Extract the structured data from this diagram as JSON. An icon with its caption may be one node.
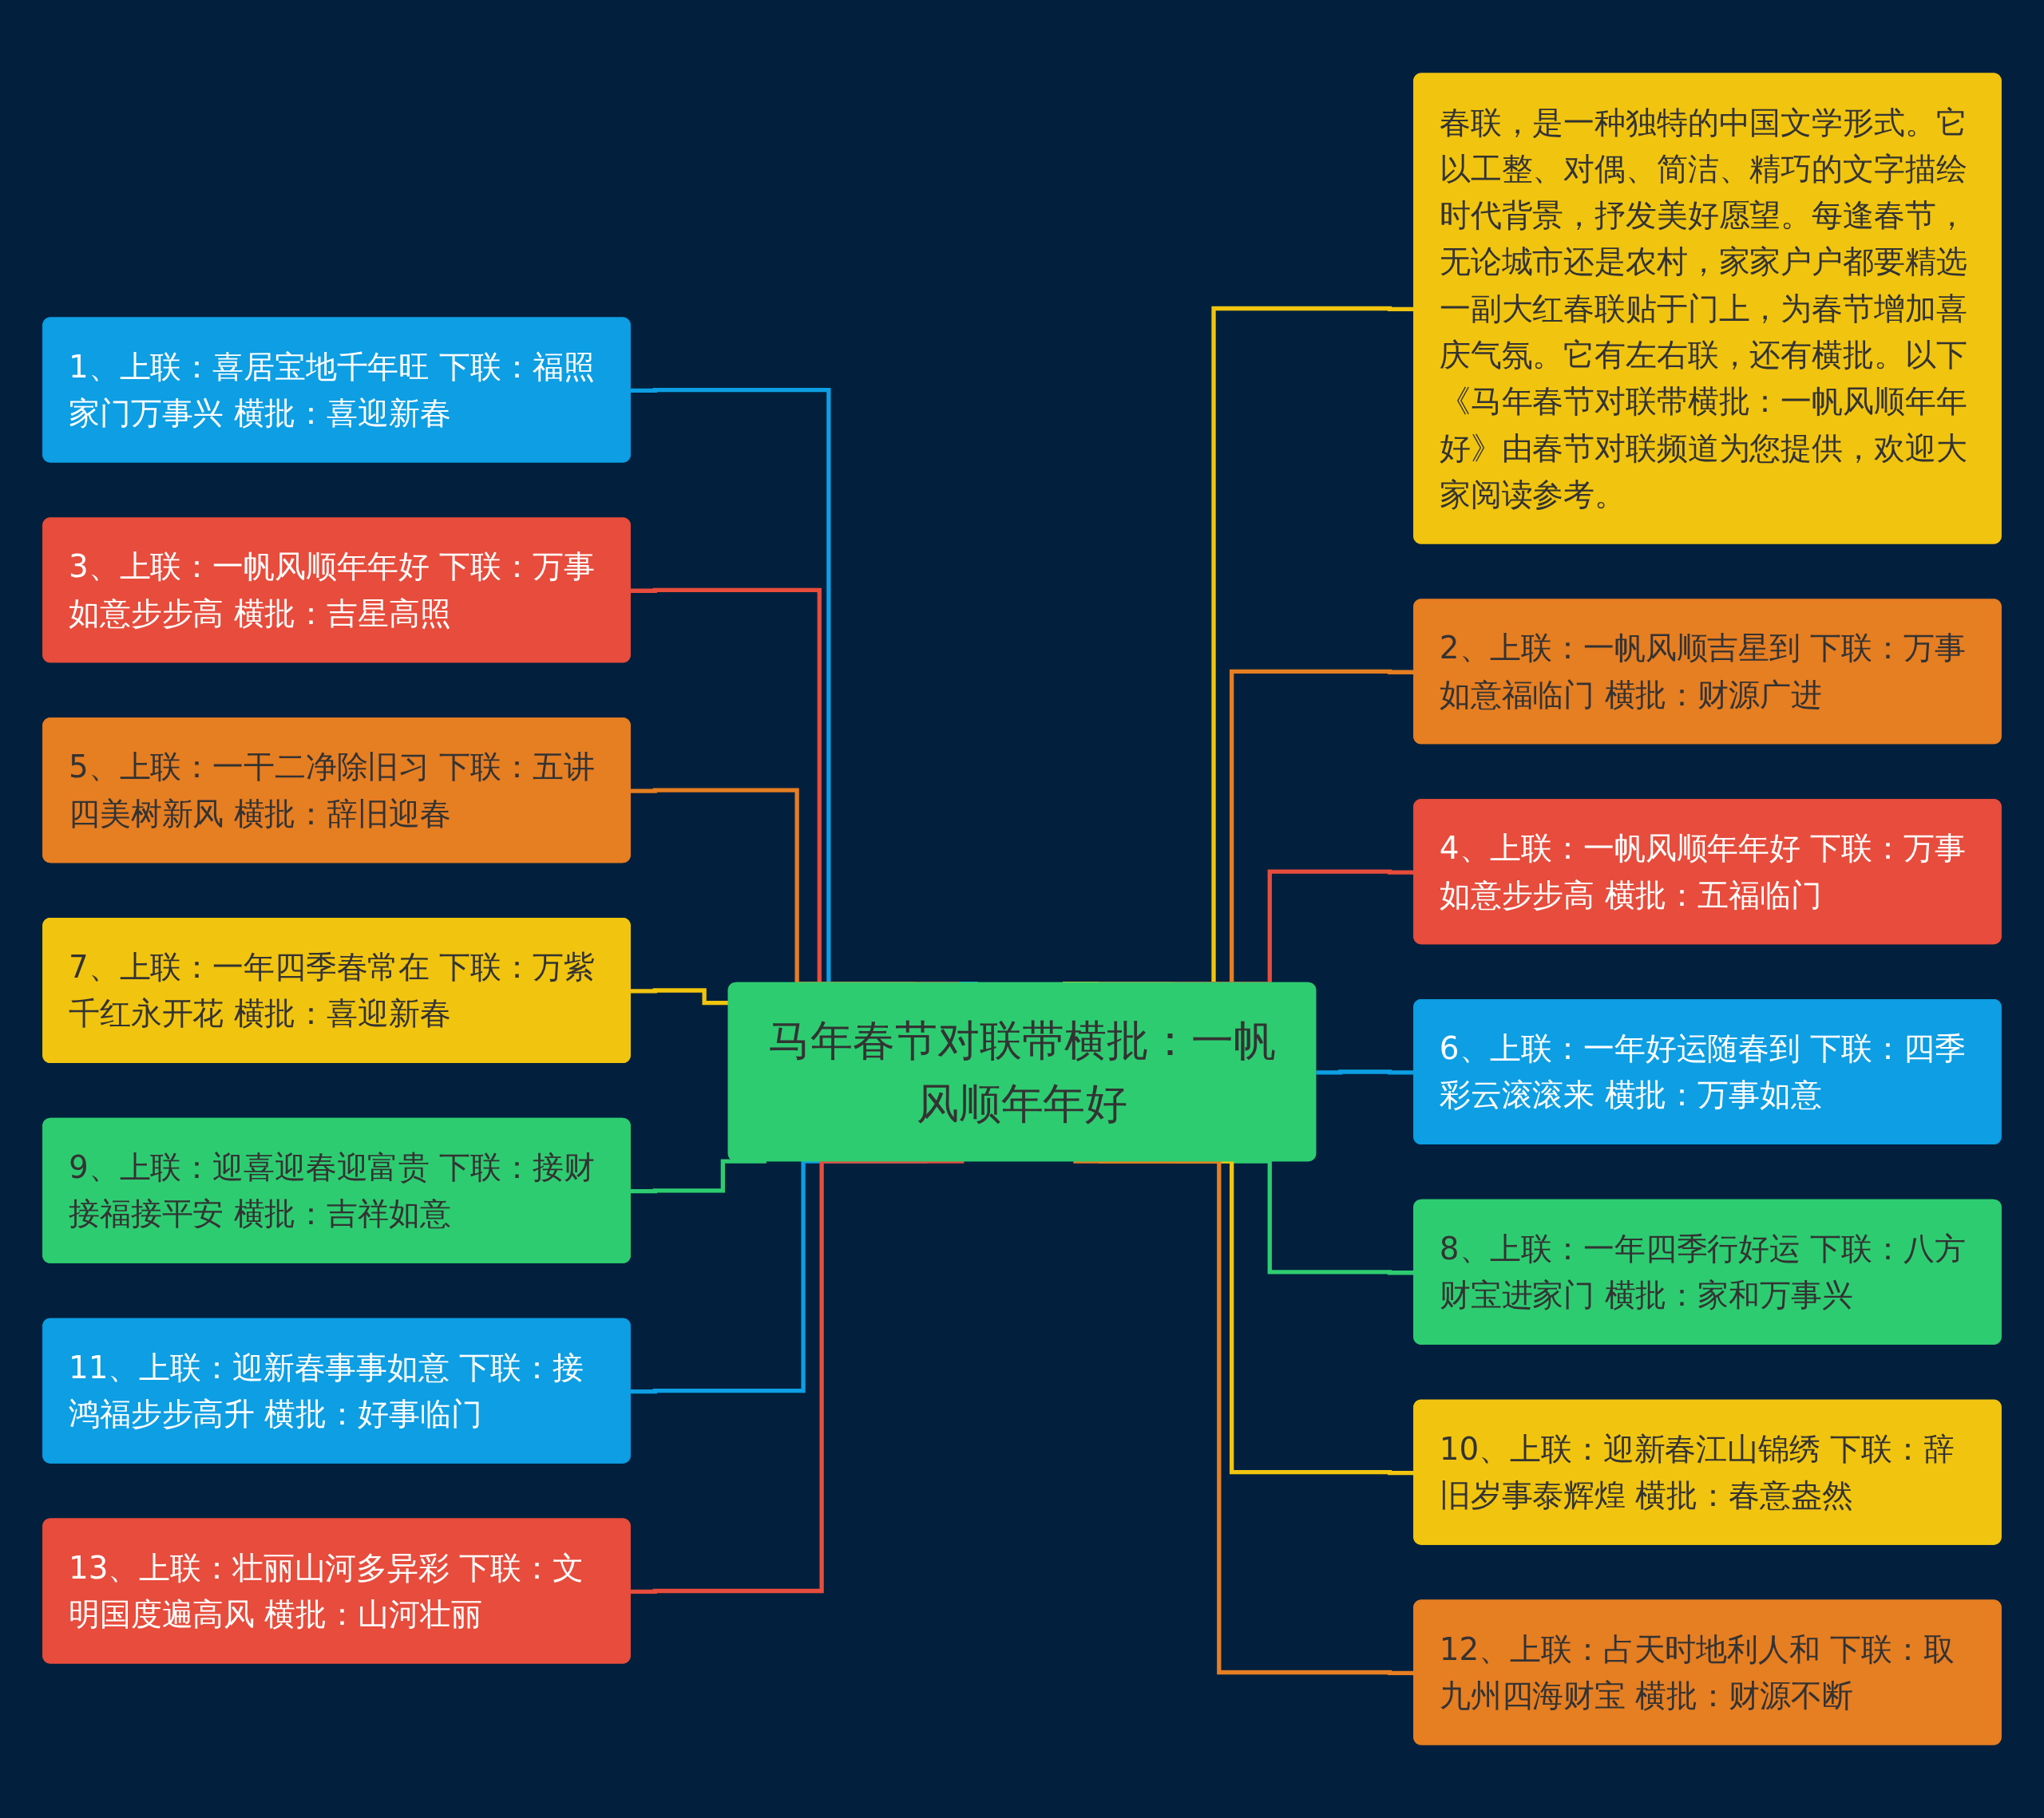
{
  "diagram": {
    "nodes": [
      {
        "text": [
          "马年春节对联带横批：一帆风顺年年好"
        ]
      },
      {
        "text": [
          "1、上联：喜居宝地千年旺 下联：福照家门万事兴 横批：喜迎新春"
        ]
      },
      {
        "text": [
          "3、上联：一帆风顺年年好 下联：万事如意步步高 横批：吉星高照"
        ]
      },
      {
        "text": [
          "5、上联：一干二净除旧习 下联：五讲四美树新风 横批：辞旧迎春"
        ]
      },
      {
        "text": [
          "7、上联：一年四季春常在 下联：万紫千红永开花 横批：喜迎新春"
        ]
      },
      {
        "text": [
          "9、上联：迎喜迎春迎富贵 下联：接财接福接平安 横批：吉祥如意"
        ]
      },
      {
        "text": [
          "11、上联：迎新春事事如意 下联：接鸿福步步高升 横批：好事临门"
        ]
      },
      {
        "text": [
          "13、上联：壮丽山河多异彩 下联：文明国度遍高风 横批：山河壮丽"
        ]
      },
      {
        "text": [
          "春联，是一种独特的中国文学形式。它以工整、对偶、简洁、精巧的文字描绘时代背景，抒发美好愿望。每逢春节，无论城市还是农村，家家户户都要精选一副大红春联贴于门上，为春节增加喜庆气氛。它有左右联，还有横批。以下《马年春节对联带横批：一帆风顺年年好》由春节对联频道为您提供，欢迎大家阅读参考。"
        ]
      },
      {
        "text": [
          "2、上联：一帆风顺吉星到 下联：万事如意福临门 横批：财源广进"
        ]
      },
      {
        "text": [
          "4、上联：一帆风顺年年好 下联：万事如意步步高 横批：五福临门"
        ]
      },
      {
        "text": [
          "6、上联：一年好运随春到 下联：四季彩云滚滚来 横批：万事如意"
        ]
      },
      {
        "text": [
          "8、上联：一年四季行好运 下联：八方财宝进家门 横批：家和万事兴"
        ]
      },
      {
        "text": [
          "10、上联：迎新春江山锦绣 下联：辞旧岁事泰辉煌 横批：春意盎然"
        ]
      },
      {
        "text": [
          "12、上联：占天时地利人和 下联：取九州四海财宝 横批：财源不断"
        ]
      }
    ],
    "edges": [
      {
        "from": 1,
        "to": 0,
        "arrow": "none",
        "color": "#0d9ee3"
      },
      {
        "from": 2,
        "to": 0,
        "arrow": "none",
        "color": "#e74c3c"
      },
      {
        "from": 3,
        "to": 0,
        "arrow": "none",
        "color": "#e67e22"
      },
      {
        "from": 4,
        "to": 0,
        "arrow": "none",
        "color": "#f1c40f"
      },
      {
        "from": 5,
        "to": 0,
        "arrow": "none",
        "color": "#2ecc71"
      },
      {
        "from": 6,
        "to": 0,
        "arrow": "none",
        "color": "#0d9ee3"
      },
      {
        "from": 7,
        "to": 0,
        "arrow": "none",
        "color": "#e74c3c"
      },
      {
        "from": 0,
        "to": 8,
        "arrow": "none",
        "color": "#f1c40f"
      },
      {
        "from": 0,
        "to": 9,
        "arrow": "none",
        "color": "#e67e22"
      },
      {
        "from": 0,
        "to": 10,
        "arrow": "none",
        "color": "#e74c3c"
      },
      {
        "from": 0,
        "to": 11,
        "arrow": "none",
        "color": "#0d9ee3"
      },
      {
        "from": 0,
        "to": 12,
        "arrow": "none",
        "color": "#2ecc71"
      },
      {
        "from": 0,
        "to": 13,
        "arrow": "none",
        "color": "#f1c40f"
      },
      {
        "from": 0,
        "to": 14,
        "arrow": "none",
        "color": "#e67e22"
      }
    ]
  }
}
